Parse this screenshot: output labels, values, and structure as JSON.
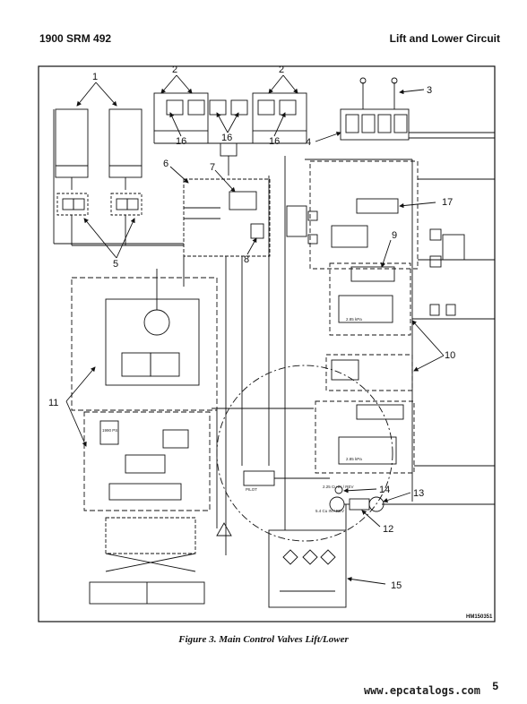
{
  "header": {
    "left": "1900 SRM 492",
    "right": "Lift and Lower Circuit"
  },
  "figure": {
    "caption": "Figure 3. Main Control Valves Lift/Lower",
    "drawing_id": "HM150351"
  },
  "callouts": [
    "1",
    "2",
    "2",
    "3",
    "4",
    "5",
    "6",
    "7",
    "8",
    "9",
    "10",
    "11",
    "12",
    "13",
    "14",
    "15",
    "16",
    "16",
    "16",
    "17"
  ],
  "small_labels": {
    "relief_a": "2.85 kPa",
    "relief_b": "2.85 kPa",
    "relief_c": "1990 PSI",
    "filter_note": "2.25 Cu IN / REV",
    "pump_note": "5.4 Cu IN / REV",
    "pilot": "PILOT"
  },
  "footer": {
    "page_number": "5",
    "watermark": "www.epcatalogs.com"
  }
}
